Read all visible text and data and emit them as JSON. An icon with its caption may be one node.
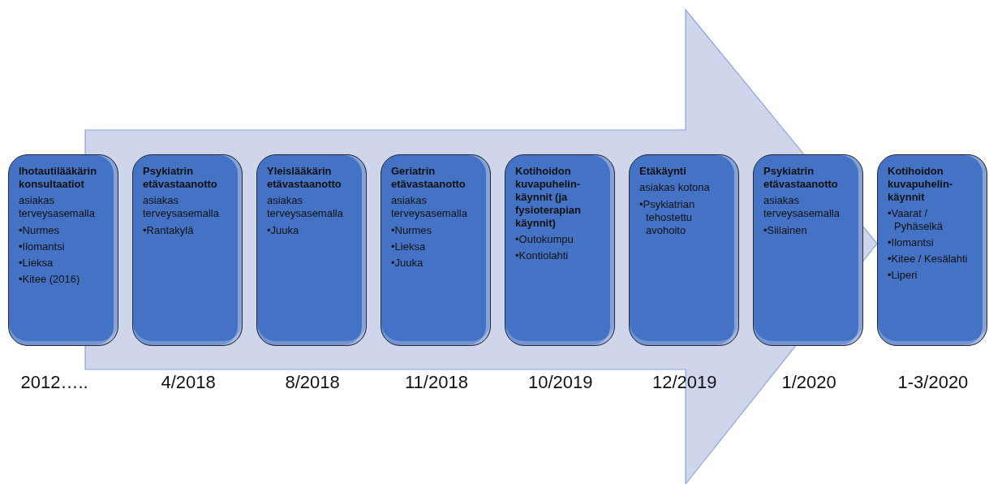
{
  "diagram": {
    "nodes": [
      {
        "text": [
          "Ihotautilääkärin konsultaatiot",
          "asiakas terveysasemalla",
          "•Nurmes",
          "•Ilomantsi",
          "•Lieksa",
          "•Kitee (2016)"
        ],
        "beside": [
          "2012….."
        ]
      },
      {
        "text": [
          "Psykiatrin etävastaanotto",
          "asiakas terveysasemalla",
          "•Rantakylä"
        ],
        "beside": [
          "4/2018"
        ]
      },
      {
        "text": [
          "Yleislääkärin etävastaanotto",
          "asiakas terveysasemalla",
          "•Juuka"
        ],
        "beside": [
          "8/2018"
        ]
      },
      {
        "text": [
          "Geriatrin etävastaanotto",
          "asiakas terveysasemalla",
          "•Nurmes",
          "•Lieksa",
          "•Juuka"
        ],
        "beside": [
          "11/2018"
        ]
      },
      {
        "text": [
          "Kotihoidon kuvapuhelin-käynnit (ja fysioterapian käynnit)",
          "•Outokumpu",
          "•Kontiolahti"
        ],
        "beside": [
          "10/2019"
        ]
      },
      {
        "text": [
          "Etäkäynti",
          "asiakas kotona",
          "•Psykiatrian tehostettu avohoito"
        ],
        "beside": [
          "12/2019"
        ]
      },
      {
        "text": [
          "Psykiatrin etävastaanotto",
          "asiakas terveysasemalla",
          "•Siilainen"
        ],
        "beside": [
          "1/2020"
        ]
      },
      {
        "text": [
          "Kotihoidon kuvapuhelin-käynnit",
          "•Vaarat / Pyhäselkä",
          "•Ilomantsi",
          "•Kitee / Kesälahti",
          "•Liperi"
        ],
        "beside": [
          "1-3/2020"
        ]
      }
    ],
    "edges": [
      {
        "from": 0,
        "to": 7,
        "arrow": "to"
      }
    ]
  }
}
